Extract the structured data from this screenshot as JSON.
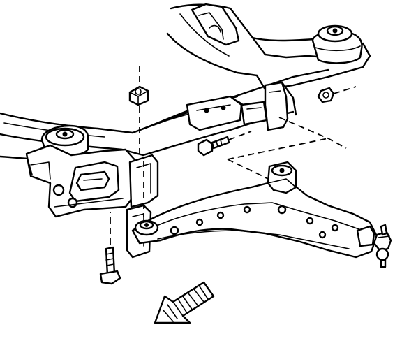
{
  "figure": {
    "components": [
      {
        "id": "frame-crossmember",
        "icon": "crossmember-line-drawing"
      },
      {
        "id": "rear-body-mount",
        "icon": "rubber-mount"
      },
      {
        "id": "front-body-mount",
        "icon": "rubber-mount"
      },
      {
        "id": "control-arm",
        "icon": "lower-control-arm"
      },
      {
        "id": "ball-joint",
        "icon": "ball-joint"
      },
      {
        "id": "bracket",
        "icon": "mounting-bracket"
      },
      {
        "id": "nut",
        "icon": "hex-nut"
      },
      {
        "id": "bolt-lower",
        "icon": "bolt"
      },
      {
        "id": "bolt-rear",
        "icon": "bolt"
      },
      {
        "id": "bolt-mid",
        "icon": "bolt"
      },
      {
        "id": "direction-arrow",
        "icon": "front-of-vehicle-arrow"
      }
    ],
    "ink_color": "#000000",
    "background_color": "#ffffff"
  }
}
